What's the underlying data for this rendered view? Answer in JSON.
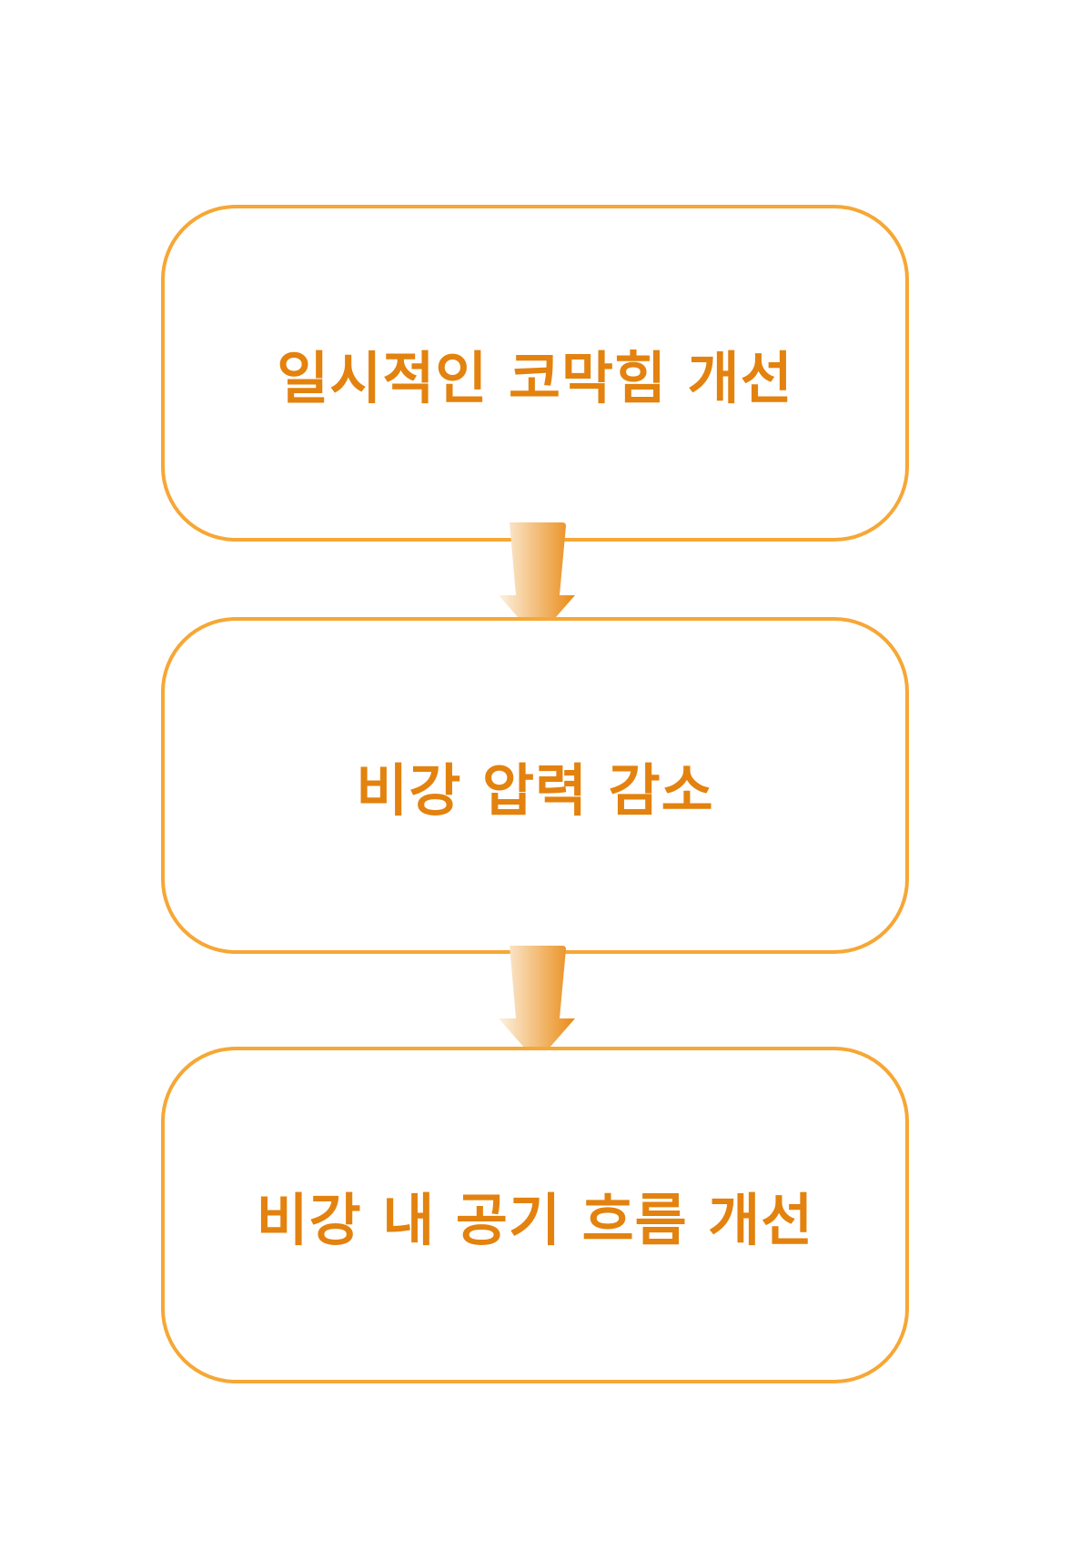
{
  "steps": [
    {
      "label": "일시적인 코막힘 개선"
    },
    {
      "label": "비강 압력 감소"
    },
    {
      "label": "비강 내 공기 흐름 개선"
    }
  ],
  "colors": {
    "border": "#F6A735",
    "text": "#E3820E",
    "arrow_light": "#FBE7C6",
    "arrow_dark": "#E98A14"
  }
}
